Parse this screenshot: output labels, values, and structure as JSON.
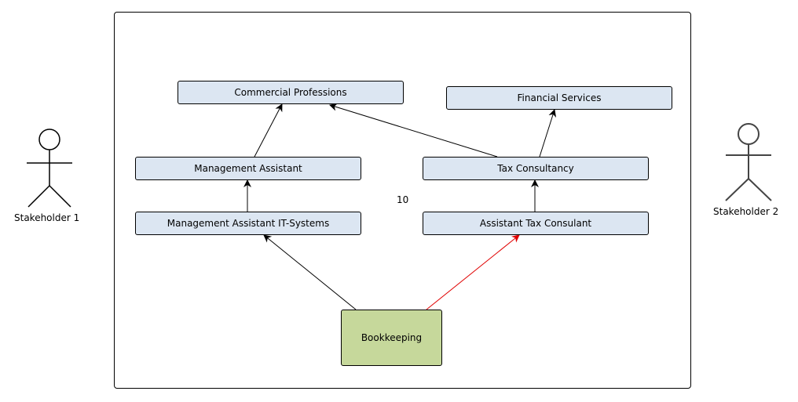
{
  "actors": {
    "left": {
      "label": "Stakeholder 1"
    },
    "right": {
      "label": "Stakeholder 2"
    }
  },
  "nodes": {
    "commercial_professions": "Commercial Professions",
    "financial_services": "Financial Services",
    "management_assistant": "Management Assistant",
    "tax_consultancy": "Tax Consultancy",
    "management_assistant_it": "Management Assistant IT-Systems",
    "assistant_tax_consultant": "Assistant Tax Consulant",
    "bookkeeping": "Bookkeeping"
  },
  "annotation": "10",
  "colors": {
    "node_fill": "#dce6f2",
    "root_fill": "#c6d89b",
    "edge": "#000000",
    "highlight_edge": "#e00000"
  }
}
